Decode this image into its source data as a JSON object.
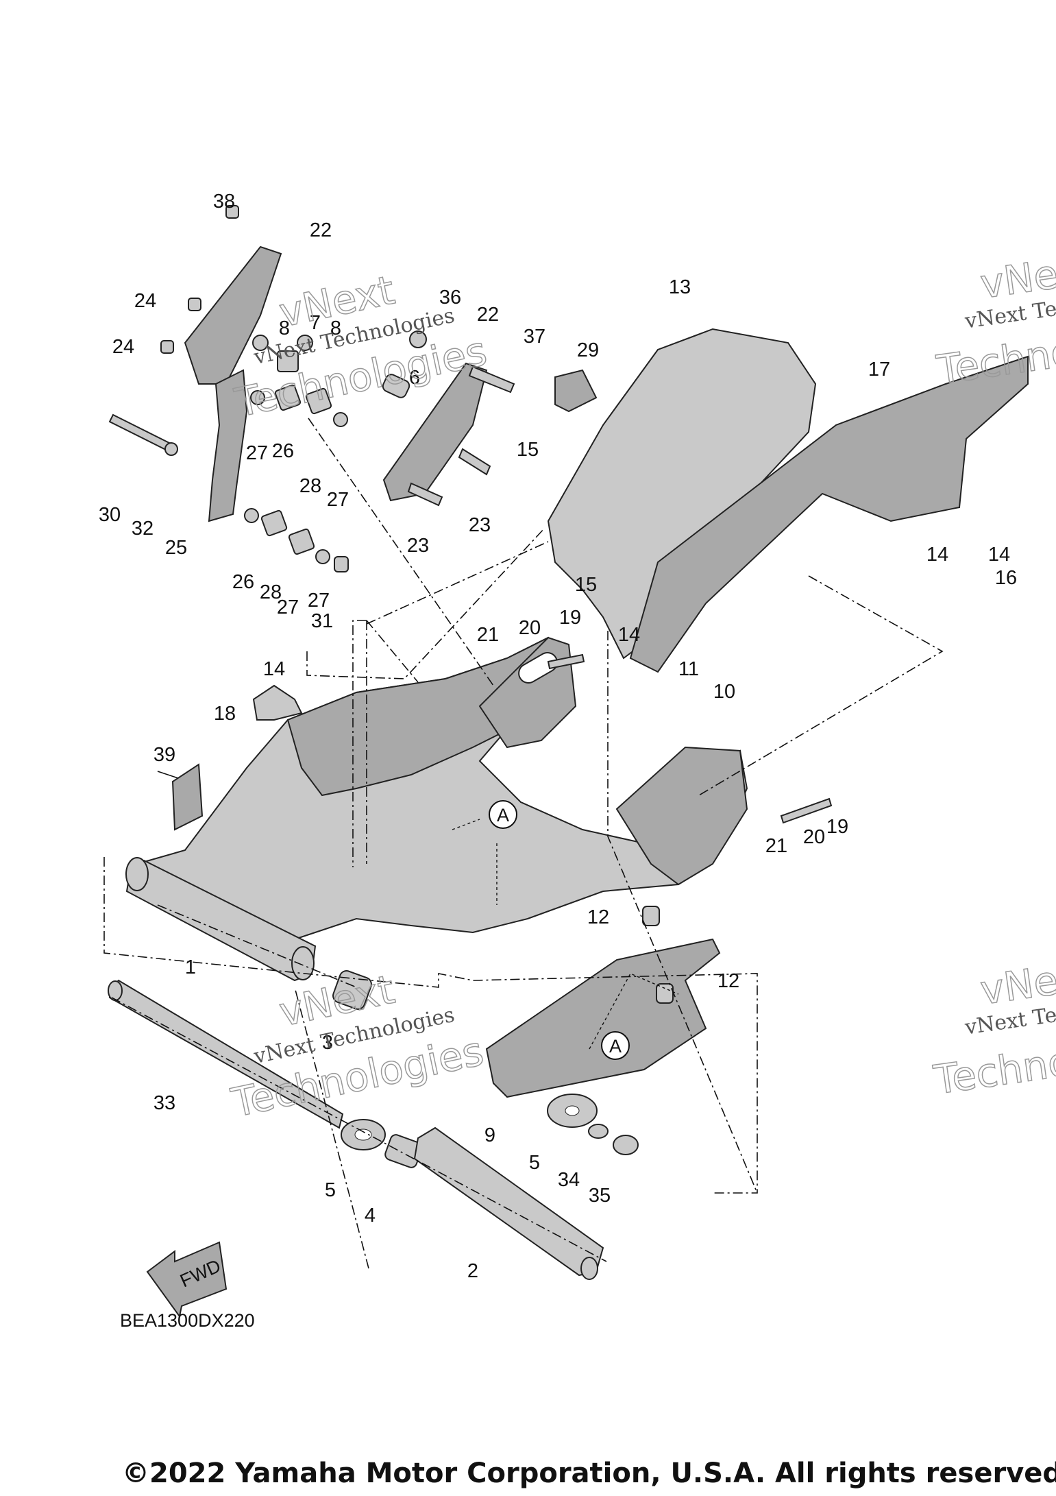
{
  "diagram_code": "BEA1300DX220",
  "copyright": "©2022 Yamaha Motor Corporation, U.S.A. All rights reserved.",
  "direction_arrow_label": "FWD",
  "reference_markers": [
    "A",
    "A"
  ],
  "watermarks": [
    {
      "line1": "vNext Technologies",
      "line2": "Technologies",
      "line3": "vNext"
    },
    {
      "line1": "vNext Technologies",
      "line2": "Technologies",
      "line3": "vNext"
    },
    {
      "line1": "vNext Te",
      "line2": "Techno",
      "line3": "vNe"
    },
    {
      "line1": "vNext Te",
      "line2": "Techno",
      "line3": "vNe"
    }
  ],
  "callouts": [
    "1",
    "2",
    "3",
    "4",
    "5",
    "5",
    "6",
    "7",
    "8",
    "8",
    "9",
    "10",
    "11",
    "12",
    "12",
    "13",
    "14",
    "14",
    "14",
    "14",
    "15",
    "15",
    "16",
    "17",
    "18",
    "19",
    "19",
    "20",
    "20",
    "21",
    "21",
    "22",
    "22",
    "23",
    "23",
    "24",
    "24",
    "25",
    "26",
    "26",
    "27",
    "27",
    "27",
    "27",
    "28",
    "28",
    "29",
    "30",
    "31",
    "32",
    "33",
    "34",
    "35",
    "36",
    "37",
    "38",
    "39"
  ],
  "colors": {
    "part_fill": "#c9c9c9",
    "line": "#111111",
    "background": "#ffffff"
  }
}
